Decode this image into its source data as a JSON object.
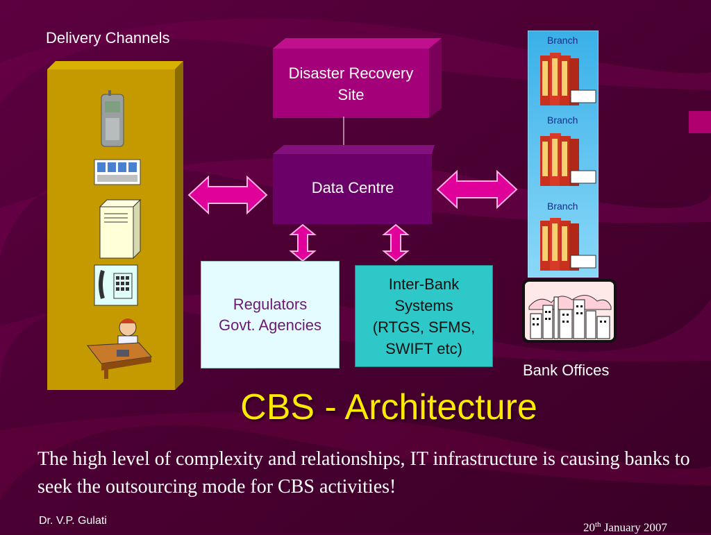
{
  "slide": {
    "title": "CBS - Architecture",
    "body": "The high level of complexity and relationships, IT infrastructure is causing banks to seek the outsourcing mode for CBS activities!",
    "author": "Dr. V.P. Gulati",
    "date_day": "20",
    "date_suffix": "th",
    "date_rest": " January 2007"
  },
  "diagram": {
    "delivery_channels_label": "Delivery Channels",
    "disaster_recovery_line1": "Disaster Recovery",
    "disaster_recovery_line2": "Site",
    "data_centre": "Data Centre",
    "regulators_line1": "Regulators",
    "regulators_line2": "Govt. Agencies",
    "interbank_line1": "Inter-Bank",
    "interbank_line2": "Systems",
    "interbank_line3": "(RTGS, SFMS,",
    "interbank_line4": "SWIFT etc)",
    "branch_labels": [
      "Branch",
      "Branch",
      "Branch"
    ],
    "bank_offices_label": "Bank Offices",
    "channel_icons": [
      "mobile-phone-icon",
      "atm-icon",
      "server-icon",
      "telephone-icon",
      "call-centre-operator-icon"
    ]
  },
  "colors": {
    "background": "#4a0030",
    "title": "#ffe900",
    "channels_panel": "#c49a00",
    "magenta_box": "#a3007a",
    "data_centre_box": "#6a0068",
    "arrow": "#e0009a",
    "regulators_box": "#e4fbff",
    "interbank_box": "#2ec8c8",
    "branch_panel": "#56c8f0"
  }
}
